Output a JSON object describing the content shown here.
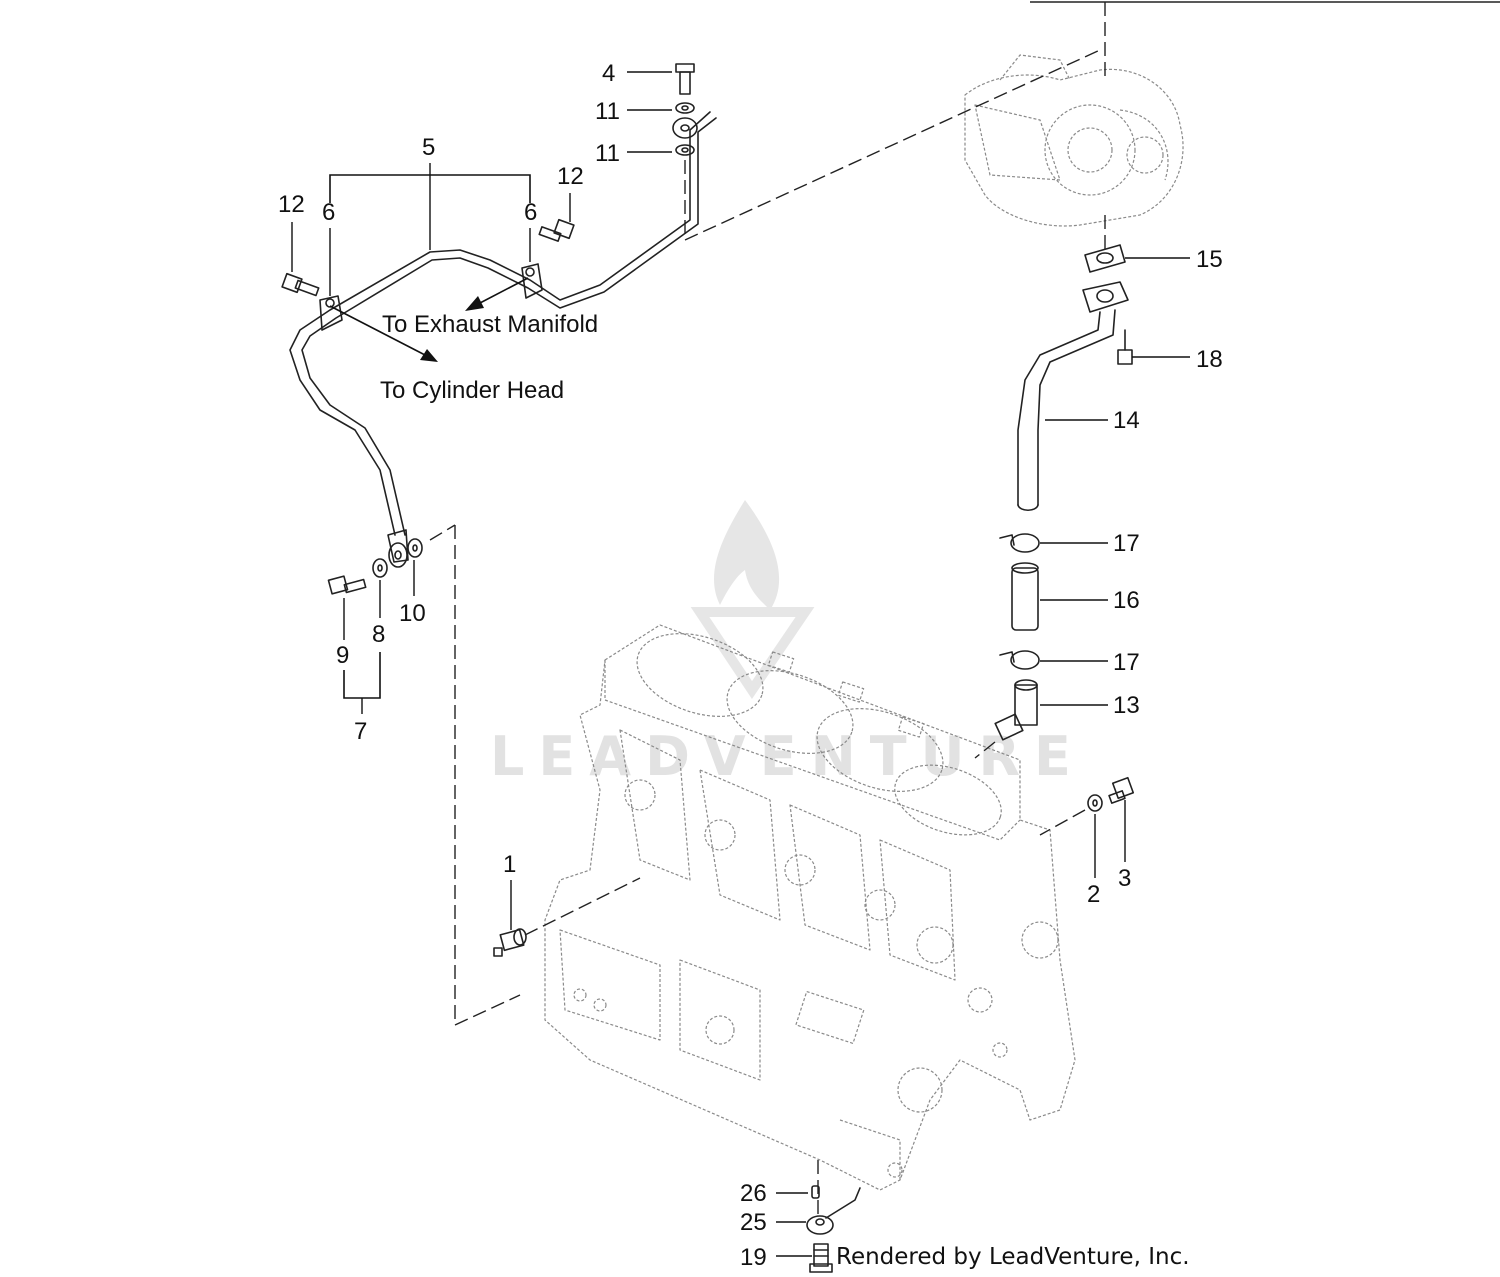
{
  "callouts": [
    {
      "id": "c4",
      "label": "4"
    },
    {
      "id": "c11a",
      "label": "11"
    },
    {
      "id": "c11b",
      "label": "11"
    },
    {
      "id": "c5",
      "label": "5"
    },
    {
      "id": "c12a",
      "label": "12"
    },
    {
      "id": "c12b",
      "label": "12"
    },
    {
      "id": "c6a",
      "label": "6"
    },
    {
      "id": "c6b",
      "label": "6"
    },
    {
      "id": "c15",
      "label": "15"
    },
    {
      "id": "c18",
      "label": "18"
    },
    {
      "id": "c14",
      "label": "14"
    },
    {
      "id": "c17a",
      "label": "17"
    },
    {
      "id": "c16",
      "label": "16"
    },
    {
      "id": "c17b",
      "label": "17"
    },
    {
      "id": "c13",
      "label": "13"
    },
    {
      "id": "c9",
      "label": "9"
    },
    {
      "id": "c8",
      "label": "8"
    },
    {
      "id": "c10",
      "label": "10"
    },
    {
      "id": "c7",
      "label": "7"
    },
    {
      "id": "c1",
      "label": "1"
    },
    {
      "id": "c2",
      "label": "2"
    },
    {
      "id": "c3",
      "label": "3"
    },
    {
      "id": "c26",
      "label": "26"
    },
    {
      "id": "c25",
      "label": "25"
    },
    {
      "id": "c19",
      "label": "19"
    }
  ],
  "annotations": {
    "exhaust_manifold": "To Exhaust Manifold",
    "cylinder_head": "To Cylinder Head"
  },
  "credit": "Rendered by LeadVenture, Inc.",
  "watermark": "LEADVENTURE",
  "colors": {
    "ink": "#111111",
    "ghost": "#8a8a8a",
    "watermark": "#e2e2e2"
  }
}
